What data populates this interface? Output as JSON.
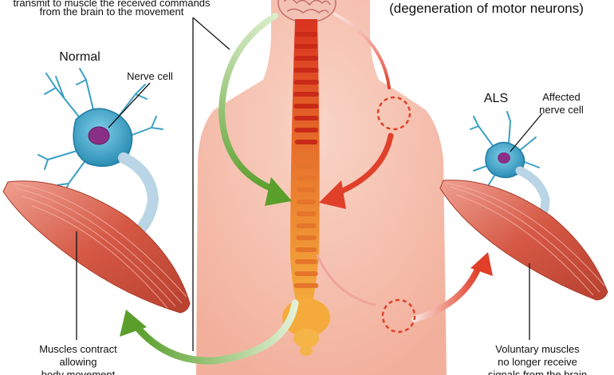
{
  "labels": {
    "top_caption_line1": "transmit to muscle the received commands",
    "top_caption_line2": "from the brain to the movement",
    "top_right_title": "(degeneration of motor neurons)",
    "normal_heading": "Normal",
    "nerve_cell": "Nerve cell",
    "als_heading": "ALS",
    "affected_line1": "Affected",
    "affected_line2": "nerve cell",
    "muscles_line1": "Muscles contract",
    "muscles_line2": "allowing",
    "muscles_line3": "body movement",
    "voluntary_line1": "Voluntary muscles",
    "voluntary_line2": "no longer receive",
    "voluntary_line3": "signals from the brain"
  },
  "colors": {
    "body_skin": "#f6c3b3",
    "spine_top": "#d93b22",
    "spine_bottom": "#f3a33a",
    "healthy_arrow": "#6cad3a",
    "affected_arrow": "#e24a33",
    "neuron_body": "#3aa0c4",
    "neuron_nucleus": "#8a2f86",
    "muscle": "#d8614d",
    "axon_sheath": "#b9d5e6"
  }
}
